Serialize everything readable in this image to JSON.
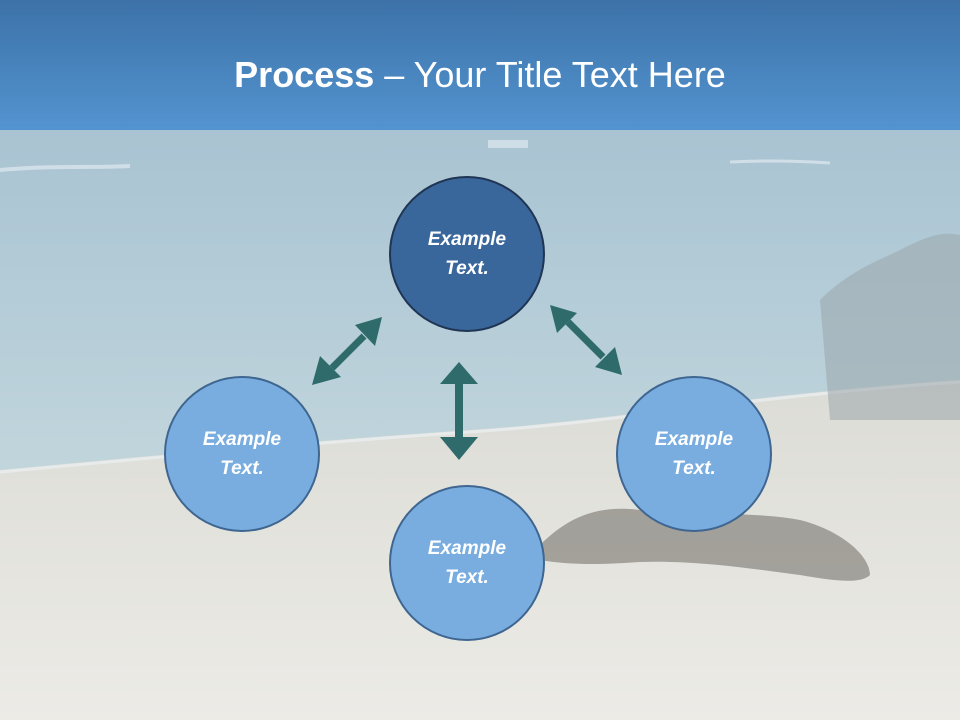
{
  "title": {
    "bold": "Process",
    "rest": " – Your Title Text Here"
  },
  "nodes": [
    {
      "label": "Example Text."
    },
    {
      "label": "Example Text."
    },
    {
      "label": "Example Text."
    },
    {
      "label": "Example Text."
    }
  ],
  "colors": {
    "primary_node": "#3a679b",
    "secondary_node": "#79ade0",
    "arrow": "#2e6b6a",
    "title_bar": "#4d88c2"
  }
}
